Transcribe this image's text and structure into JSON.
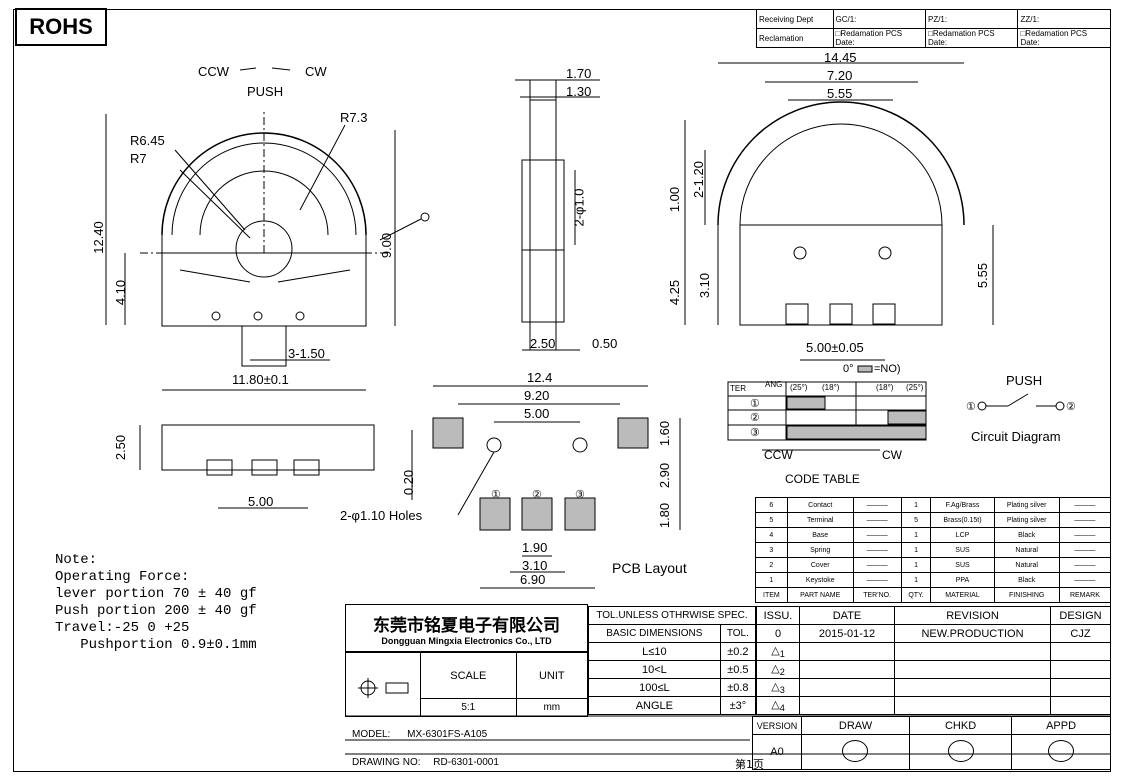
{
  "rohs": "ROHS",
  "header": {
    "receiving": "Receiving Dept",
    "gc": "GC/1:",
    "pz": "PZ/1:",
    "zz": "ZZ/1:",
    "reclamation": "Reclamation",
    "redamation": "□Redamation PCS",
    "date": "Date:"
  },
  "front_view": {
    "ccw": "CCW",
    "cw": "CW",
    "push": "PUSH",
    "r645": "R6.45",
    "r7": "R7",
    "r73": "R7.3",
    "d1240": "12.40",
    "d410": "4.10",
    "d900": "9.00",
    "d3150": "3-1.50",
    "d1180": "11.80±0.1"
  },
  "side_view": {
    "d170": "1.70",
    "d130": "1.30",
    "d2phi": "2-φ1.0",
    "d250": "2.50",
    "d050": "0.50"
  },
  "back_view": {
    "d1445": "14.45",
    "d720": "7.20",
    "d555": "5.55",
    "d100": "1.00",
    "d2120": "2-1.20",
    "d425": "4.25",
    "d310": "3.10",
    "d555b": "5.55",
    "d500": "5.00±0.05"
  },
  "bottom_view": {
    "d250": "2.50",
    "d500": "5.00"
  },
  "pcb": {
    "d124": "12.4",
    "d920": "9.20",
    "d500": "5.00",
    "d160": "1.60",
    "d290": "2.90",
    "d180": "1.80",
    "d020": "0.20",
    "holes": "2-φ1.10 Holes",
    "d190": "1.90",
    "d310": "3.10",
    "d690": "6.90",
    "title": "PCB  Layout"
  },
  "code_table": {
    "zero_legend": "0°",
    "no_legend": "=NO)",
    "ter": "TER",
    "ang": "ANG",
    "a25l": "(25°)",
    "a18l": "(18°)",
    "a18r": "(18°)",
    "a25r": "(25°)",
    "rows": [
      "①",
      "②",
      "③"
    ],
    "ccw": "CCW",
    "cw": "CW",
    "title": "CODE TABLE"
  },
  "circuit": {
    "push": "PUSH",
    "p1": "①",
    "p2": "②",
    "title": "Circuit  Diagram"
  },
  "parts_list": [
    {
      "no": "6",
      "name": "Contact",
      "qty": "1",
      "material": "F.Ag/Brass",
      "finish": "Plating silver"
    },
    {
      "no": "5",
      "name": "Terminal",
      "qty": "5",
      "material": "Brass(0.15t)",
      "finish": "Plating silver"
    },
    {
      "no": "4",
      "name": "Base",
      "qty": "1",
      "material": "LCP",
      "finish": "Black"
    },
    {
      "no": "3",
      "name": "Spring",
      "qty": "1",
      "material": "SUS",
      "finish": "Natural"
    },
    {
      "no": "2",
      "name": "Cover",
      "qty": "1",
      "material": "SUS",
      "finish": "Natural"
    },
    {
      "no": "1",
      "name": "Keystoke",
      "qty": "1",
      "material": "PPA",
      "finish": "Black"
    }
  ],
  "parts_header": {
    "item": "ITEM",
    "part": "PART NAME",
    "ter": "TER'NO.",
    "qty": "QTY.",
    "material": "MATERIAL",
    "finishing": "FINISHING",
    "remark": "REMARK"
  },
  "notes": [
    "Note:",
    "Operating Force:",
    "lever portion 70 ± 40 gf",
    "Push portion 200 ± 40 gf",
    "Travel:-25  0  +25",
    "   Pushportion 0.9±0.1mm"
  ],
  "title_block": {
    "company_cn": "东莞市铭夏电子有限公司",
    "company_en": "Dongguan Mingxia Electronics Co., LTD",
    "tol_spec": "TOL.UNLESS OTHRWISE SPEC.",
    "basic_dim": "BASIC DIMENSIONS",
    "tol": "TOL.",
    "tol_rows": [
      {
        "range": "L≤10",
        "val": "±0.2"
      },
      {
        "range": "10<L",
        "val": "±0.5"
      },
      {
        "range": "100≤L",
        "val": "±0.8"
      },
      {
        "range": "ANGLE",
        "val": "±3°"
      }
    ],
    "issu": "ISSU.",
    "date": "DATE",
    "revision": "REVISION",
    "design": "DESIGN",
    "issu_val": "0",
    "date_val": "2015-01-12",
    "revision_val": "NEW.PRODUCTION",
    "design_val": "CJZ",
    "rev_marks": [
      "1",
      "2",
      "3",
      "4"
    ],
    "scale": "SCALE",
    "unit": "UNIT",
    "scale_val": "5:1",
    "unit_val": "mm",
    "model_label": "MODEL:",
    "model_val": "MX-6301FS-A105",
    "drawing_label": "DRAWING NO:",
    "drawing_val": "RD-6301-0001",
    "page": "第1页",
    "version": "VERSION",
    "version_val": "A0",
    "draw": "DRAW",
    "chkd": "CHKD",
    "appd": "APPD"
  }
}
